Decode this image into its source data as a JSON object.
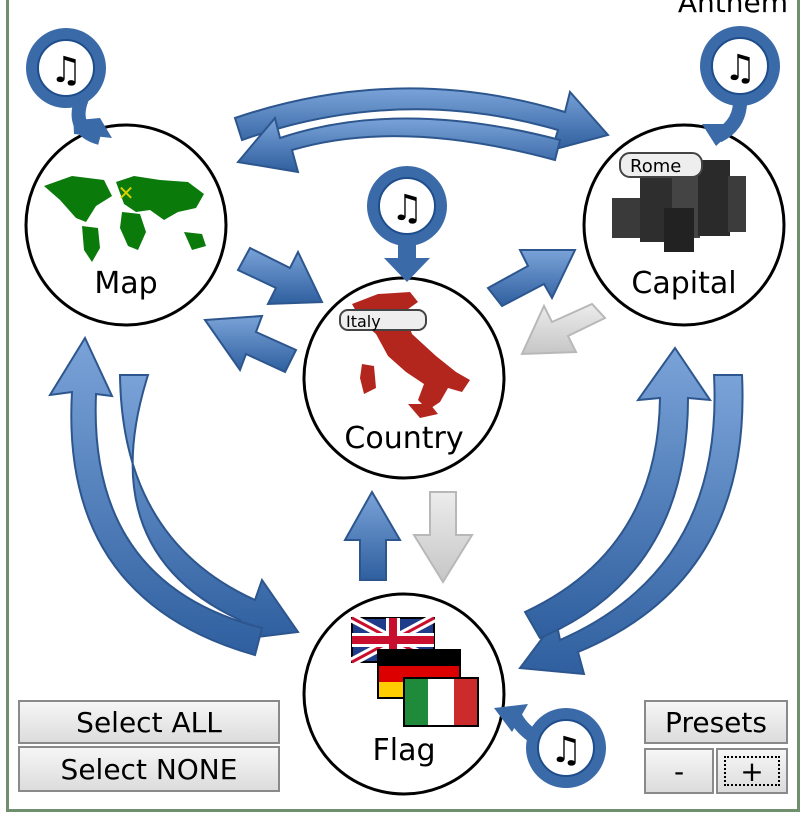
{
  "header": {
    "anthem_label": "Anthem"
  },
  "nodes": {
    "map": {
      "label": "Map"
    },
    "capital": {
      "label": "Capital",
      "tag": "Rome"
    },
    "country": {
      "label": "Country",
      "tag": "Italy"
    },
    "flag": {
      "label": "Flag"
    }
  },
  "buttons": {
    "select_all": "Select ALL",
    "select_none": "Select NONE",
    "presets": "Presets",
    "minus": "-",
    "plus": "+"
  },
  "colors": {
    "arrow_active": "#4a78b6",
    "arrow_inactive": "#d4d4d4",
    "map_land": "#0a7a0a",
    "country_fill": "#b3261e",
    "capital_city": "#3a3a3a"
  },
  "icons": [
    "music-note-icon",
    "world-map-icon",
    "city-skyline-icon",
    "italy-map-icon",
    "flag-uk-icon",
    "flag-germany-icon",
    "flag-italy-icon"
  ]
}
